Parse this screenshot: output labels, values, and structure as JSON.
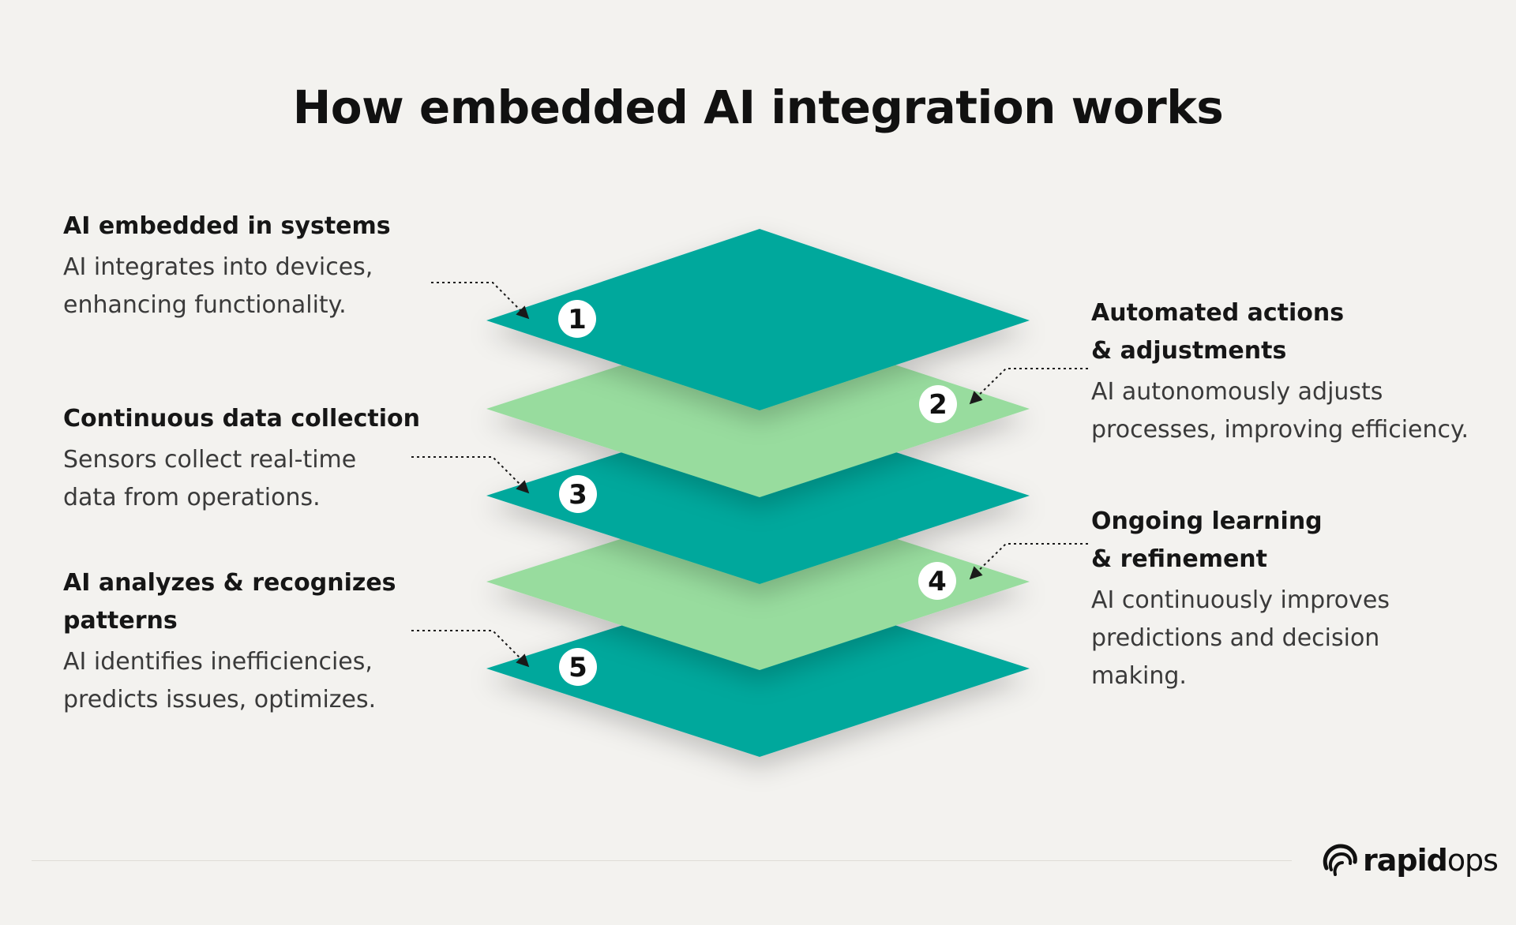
{
  "title": "How embedded AI integration works",
  "colors": {
    "background": "#f3f2ef",
    "dark_layer": "#00a89c",
    "light_layer": "#98dc9e",
    "badge": "#ffffff",
    "text": "#161616"
  },
  "steps": [
    {
      "number": "1",
      "title": "AI embedded in systems",
      "description": "AI integrates into devices,\nenhancing functionality.",
      "layer": "dark"
    },
    {
      "number": "2",
      "title": "Automated actions\n& adjustments",
      "description": "AI autonomously adjusts\nprocesses, improving efficiency.",
      "layer": "light"
    },
    {
      "number": "3",
      "title": "Continuous data collection",
      "description": "Sensors collect real-time\ndata from operations.",
      "layer": "dark"
    },
    {
      "number": "4",
      "title": "Ongoing learning\n& refinement",
      "description": "AI continuously improves\npredictions and decision\nmaking.",
      "layer": "light"
    },
    {
      "number": "5",
      "title": "AI analyzes & recognizes\npatterns",
      "description": "AI identifies inefficiencies,\npredicts issues, optimizes.",
      "layer": "dark"
    }
  ],
  "logo": {
    "bold": "rapid",
    "light": "ops"
  }
}
